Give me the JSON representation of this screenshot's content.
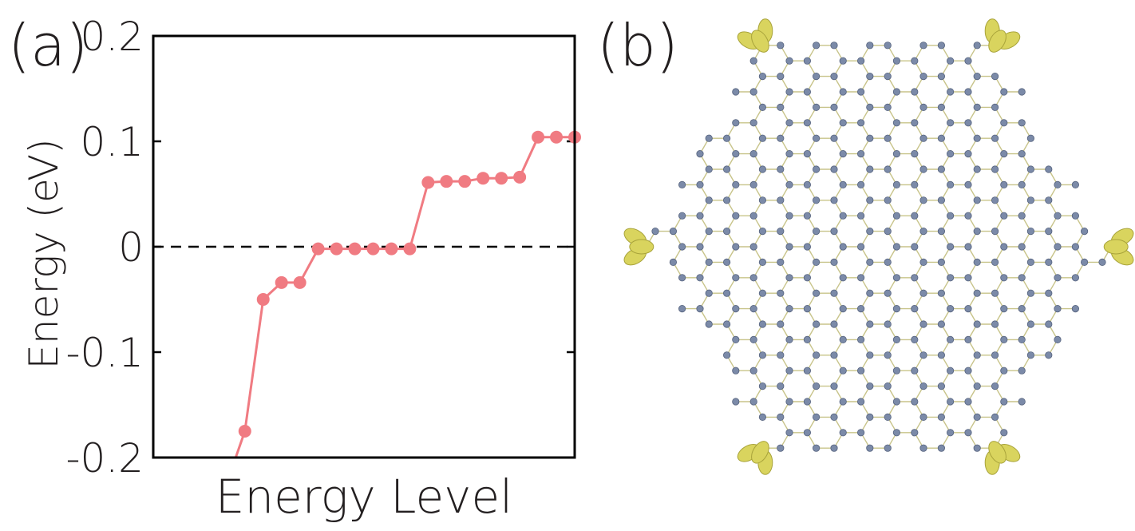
{
  "panels": {
    "a_label": "(a)",
    "b_label": "(b)"
  },
  "chart_data": {
    "type": "line",
    "xlabel": "Energy Level",
    "ylabel": "Energy (eV)",
    "ylim": [
      -0.2,
      0.2
    ],
    "yticks": [
      "0.2",
      "0.1",
      "0",
      "-0.1",
      "-0.2"
    ],
    "ytick_values": [
      0.2,
      0.1,
      0,
      -0.1,
      -0.2
    ],
    "xlim": [
      1,
      24
    ],
    "reference_line": {
      "y": 0,
      "style": "dashed"
    },
    "grid": false,
    "series": [
      {
        "color": "#f07b82",
        "x": [
          6,
          7,
          8,
          9,
          10,
          11,
          12,
          13,
          14,
          15,
          16,
          17,
          18,
          19,
          20,
          21,
          22,
          23,
          24
        ],
        "y": [
          -0.175,
          -0.05,
          -0.034,
          -0.034,
          -0.002,
          -0.002,
          -0.002,
          -0.002,
          -0.002,
          -0.002,
          0.061,
          0.062,
          0.062,
          0.065,
          0.065,
          0.066,
          0.104,
          0.104,
          0.104
        ]
      }
    ],
    "lead_in": {
      "x": 5.5,
      "y": -0.2
    }
  },
  "structure": {
    "atom_color": "#7b8aa8",
    "bond_color": "#c8c48a",
    "orbital_color": "#d9d45e"
  }
}
